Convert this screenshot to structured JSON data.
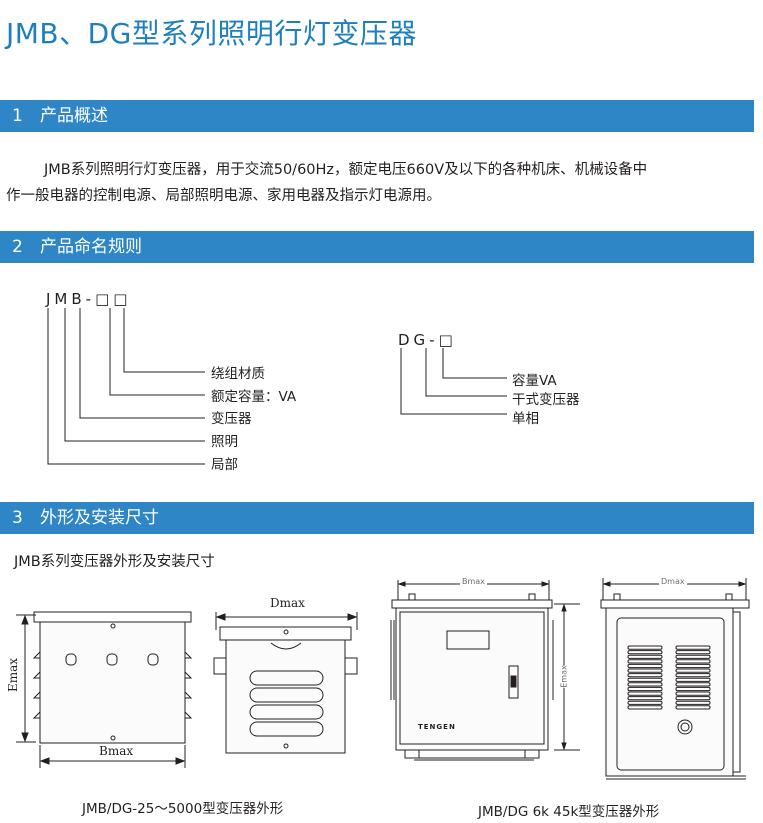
{
  "title": "JMB、DG型系列照明行灯变压器",
  "sections": [
    {
      "num": "1",
      "label": "产品概述"
    },
    {
      "num": "2",
      "label": "产品命名规则"
    },
    {
      "num": "3",
      "label": "外形及安装尺寸"
    }
  ],
  "overview": {
    "line1": "JMB系列照明行灯变压器，用于交流50/60Hz，额定电压660V及以下的各种机床、机械设备中",
    "line2": "作一般电器的控制电源、局部照明电源、家用电器及指示灯电源用。"
  },
  "naming": {
    "jmb_code": "JMB-□□",
    "jmb_labels": [
      "绕组材质",
      "额定容量：VA",
      "变压器",
      "照明",
      "局部"
    ],
    "dg_code": "DG-□",
    "dg_labels": [
      "容量VA",
      "干式变压器",
      "单相"
    ]
  },
  "dims": {
    "subtitle": "JMB系列变压器外形及安装尺寸",
    "emax": "Emax",
    "bmax": "Bmax",
    "dmax": "Dmax",
    "brand": "TENGEN",
    "caption_left": "JMB/DG-25～5000型变压器外形",
    "caption_right": "JMB/DG  6k   45k型变压器外形"
  }
}
